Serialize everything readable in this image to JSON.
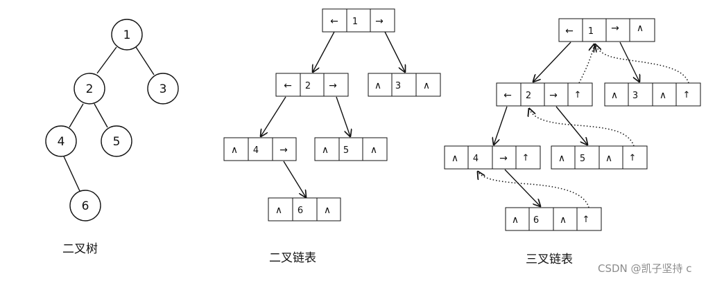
{
  "captions": {
    "binary_tree": "二叉树",
    "binary_linked_list": "二叉链表",
    "ternary_linked_list": "三叉链表"
  },
  "watermark": "CSDN @凯子坚持 c",
  "symbols": {
    "left": "←",
    "right": "→",
    "null": "∧",
    "parent": "↑"
  },
  "tree": {
    "nodes": [
      "1",
      "2",
      "3",
      "4",
      "5",
      "6"
    ],
    "edges": [
      [
        "1",
        "2"
      ],
      [
        "1",
        "3"
      ],
      [
        "2",
        "4"
      ],
      [
        "2",
        "5"
      ],
      [
        "4",
        "6"
      ]
    ]
  },
  "binary_list": {
    "nodes": [
      {
        "id": "1",
        "cells": [
          "←",
          "1",
          "→"
        ]
      },
      {
        "id": "2",
        "cells": [
          "←",
          "2",
          "→"
        ]
      },
      {
        "id": "3",
        "cells": [
          "∧",
          "3",
          "∧"
        ]
      },
      {
        "id": "4",
        "cells": [
          "∧",
          "4",
          "→"
        ]
      },
      {
        "id": "5",
        "cells": [
          "∧",
          "5",
          "∧"
        ]
      },
      {
        "id": "6",
        "cells": [
          "∧",
          "6",
          "∧"
        ]
      }
    ]
  },
  "ternary_list": {
    "nodes": [
      {
        "id": "1",
        "cells": [
          "←",
          "1",
          "→",
          "∧"
        ]
      },
      {
        "id": "2",
        "cells": [
          "←",
          "2",
          "→",
          "↑"
        ]
      },
      {
        "id": "3",
        "cells": [
          "∧",
          "3",
          "∧",
          "↑"
        ]
      },
      {
        "id": "4",
        "cells": [
          "∧",
          "4",
          "→",
          "↑"
        ]
      },
      {
        "id": "5",
        "cells": [
          "∧",
          "5",
          "∧",
          "↑"
        ]
      },
      {
        "id": "6",
        "cells": [
          "∧",
          "6",
          "∧",
          "↑"
        ]
      }
    ]
  }
}
